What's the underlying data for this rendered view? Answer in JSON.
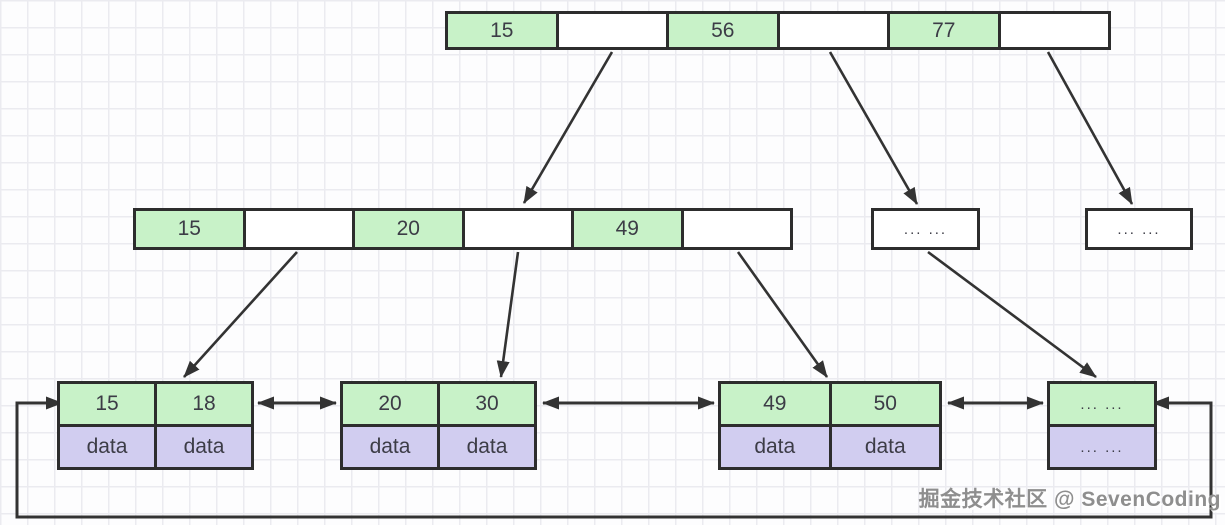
{
  "watermark": "掘金技术社区 @ SevenCoding",
  "colors": {
    "key_fill": "#c8f2c8",
    "data_fill": "#d1cdf0",
    "border": "#2d2d2d",
    "arrow": "#333333"
  },
  "tree": {
    "root": {
      "cells": [
        "15",
        "",
        "56",
        "",
        "77",
        ""
      ]
    },
    "internal": {
      "cells": [
        "15",
        "",
        "20",
        "",
        "49",
        ""
      ]
    },
    "internal_more_1": "... ...",
    "internal_more_2": "... ...",
    "leaves": [
      {
        "keys": [
          "15",
          "18"
        ],
        "data": [
          "data",
          "data"
        ]
      },
      {
        "keys": [
          "20",
          "30"
        ],
        "data": [
          "data",
          "data"
        ]
      },
      {
        "keys": [
          "49",
          "50"
        ],
        "data": [
          "data",
          "data"
        ]
      },
      {
        "keys": [
          "... ..."
        ],
        "data": [
          "... ..."
        ]
      }
    ]
  }
}
